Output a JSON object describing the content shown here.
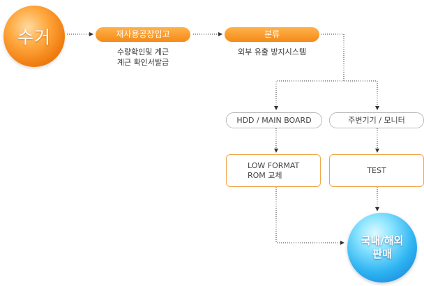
{
  "nodes": {
    "collect": "수거",
    "factory": {
      "title": "재사용공장입고",
      "caption_lines": [
        "수량확인및 계근",
        "계근 확인서발급"
      ]
    },
    "classify": {
      "title": "분류",
      "caption": "외부 유출 방지시스템"
    },
    "hdd_board": "HDD / MAIN BOARD",
    "peripherals": "주변기기 / 모니터",
    "format": {
      "lines": [
        "LOW FORMAT",
        "ROM 교체"
      ]
    },
    "test": "TEST",
    "sales": {
      "lines": [
        "국내/해외",
        "판매"
      ]
    }
  },
  "colors": {
    "orange_accent": "#f48a18",
    "box_border": "#f0a64a",
    "pill_border": "#b9b9b9",
    "connector": "#333333",
    "blue_orb": "#2fb4f2"
  }
}
